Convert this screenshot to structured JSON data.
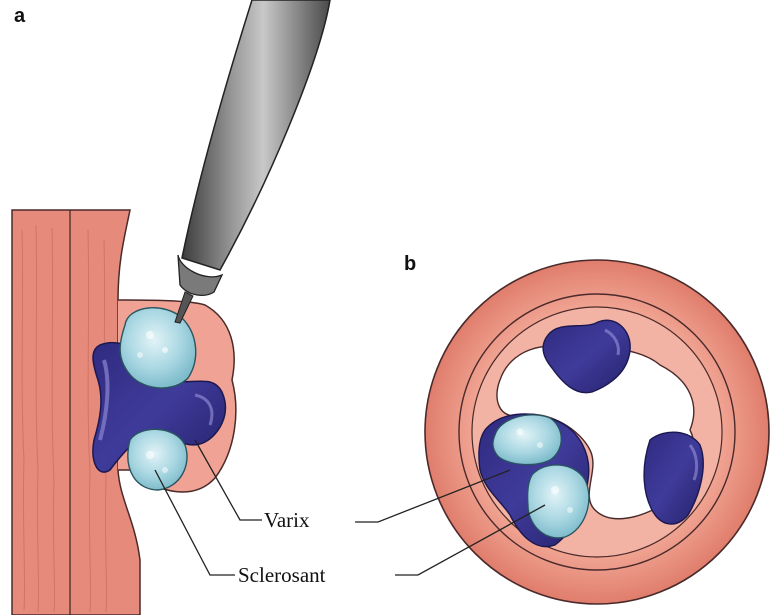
{
  "panels": {
    "a": "a",
    "b": "b"
  },
  "labels": {
    "varix": "Varix",
    "sclerosant": "Sclerosant"
  },
  "colors": {
    "vessel_wall": "#e68a7c",
    "vessel_wall_light": "#f4b3a4",
    "varix": "#3b3790",
    "varix_highlight": "#8a86d0",
    "sclerosant": "#9fd1dd",
    "sclerosant_light": "#d9eef3",
    "needle": "#6e6e6e"
  }
}
